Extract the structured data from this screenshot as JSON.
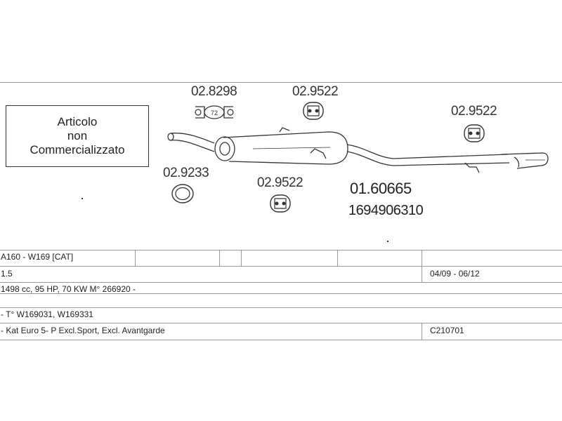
{
  "notice": {
    "line1": "Articolo",
    "line2": "non",
    "line3": "Commercializzato"
  },
  "parts": {
    "clamp": "02.8298",
    "clamp_badge": "72",
    "hanger_top": "02.9522",
    "hanger_right": "02.9522",
    "hanger_bottom": "02.9522",
    "gasket": "02.9233",
    "main_code": "01.60665",
    "oem_code": "1694906310"
  },
  "table": {
    "row1": {
      "model": "A160 - W169  [CAT]"
    },
    "row2": {
      "engine": "1.5",
      "period": "04/09 - 06/12"
    },
    "row3": {
      "specs": "1498 cc, 95 HP, 70 KW M° 266920 -"
    },
    "row4": {
      "types": "- T° W169031, W169331"
    },
    "row5": {
      "notes": "- Kat Euro 5- P Excl.Sport, Excl. Avantgarde",
      "code": "C210701"
    }
  }
}
